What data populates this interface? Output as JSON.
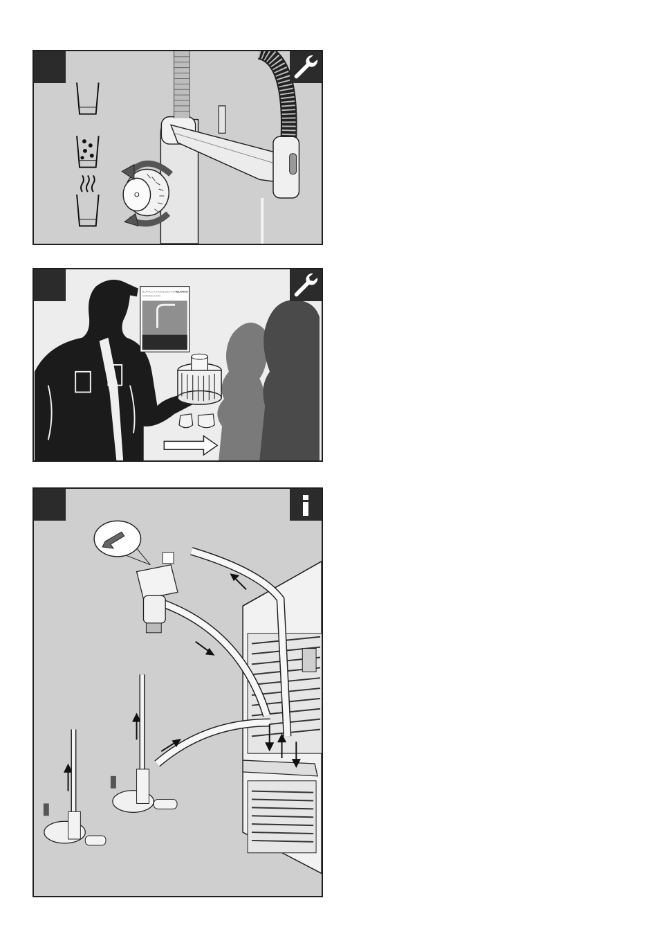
{
  "panels": [
    {
      "id": "panel-1",
      "corner_icon": "wrench-icon",
      "glass_icons": [
        "still-water-glass-icon",
        "sparkling-water-glass-icon",
        "hot-water-glass-icon"
      ]
    },
    {
      "id": "panel-2",
      "corner_icon": "wrench-icon"
    },
    {
      "id": "panel-3",
      "corner_icon": "info-icon"
    }
  ],
  "manual": {
    "brand": "BLANCO",
    "title_line1": "BLANCO CHOICE.EDITION",
    "title_line2": "CHOICE.ICON"
  },
  "colors": {
    "panel_bg": "#cfcfcf",
    "badge": "#2b2b2b",
    "silhouette_dark": "#4a4a4a",
    "silhouette_mid": "#7a7a7a"
  }
}
